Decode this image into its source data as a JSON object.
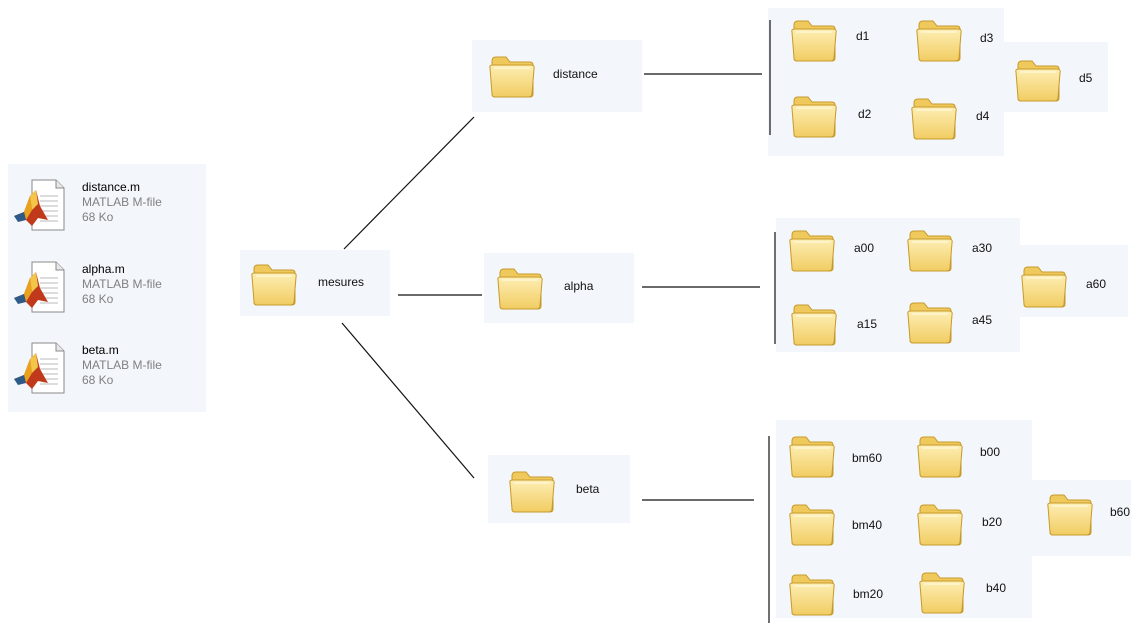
{
  "files": [
    {
      "name": "distance.m",
      "type": "MATLAB M-file",
      "size": "68 Ko",
      "icon": "matlab-m-file-icon"
    },
    {
      "name": "alpha.m",
      "type": "MATLAB M-file",
      "size": "68 Ko",
      "icon": "matlab-m-file-icon"
    },
    {
      "name": "beta.m",
      "type": "MATLAB M-file",
      "size": "68 Ko",
      "icon": "matlab-m-file-icon"
    }
  ],
  "root": {
    "label": "mesures",
    "icon": "folder-icon"
  },
  "branches": [
    {
      "label": "distance",
      "children": [
        "d1",
        "d2",
        "d3",
        "d4",
        "d5"
      ]
    },
    {
      "label": "alpha",
      "children": [
        "a00",
        "a15",
        "a30",
        "a45",
        "a60"
      ]
    },
    {
      "label": "beta",
      "children": [
        "bm60",
        "bm40",
        "bm20",
        "b00",
        "b20",
        "b40",
        "b60"
      ]
    }
  ],
  "colors": {
    "folder_body": "#f7dc84",
    "folder_tab": "#f2cf6a",
    "folder_outline": "#c69a2a",
    "panel": "#f3f6fb",
    "line": "#111111"
  }
}
